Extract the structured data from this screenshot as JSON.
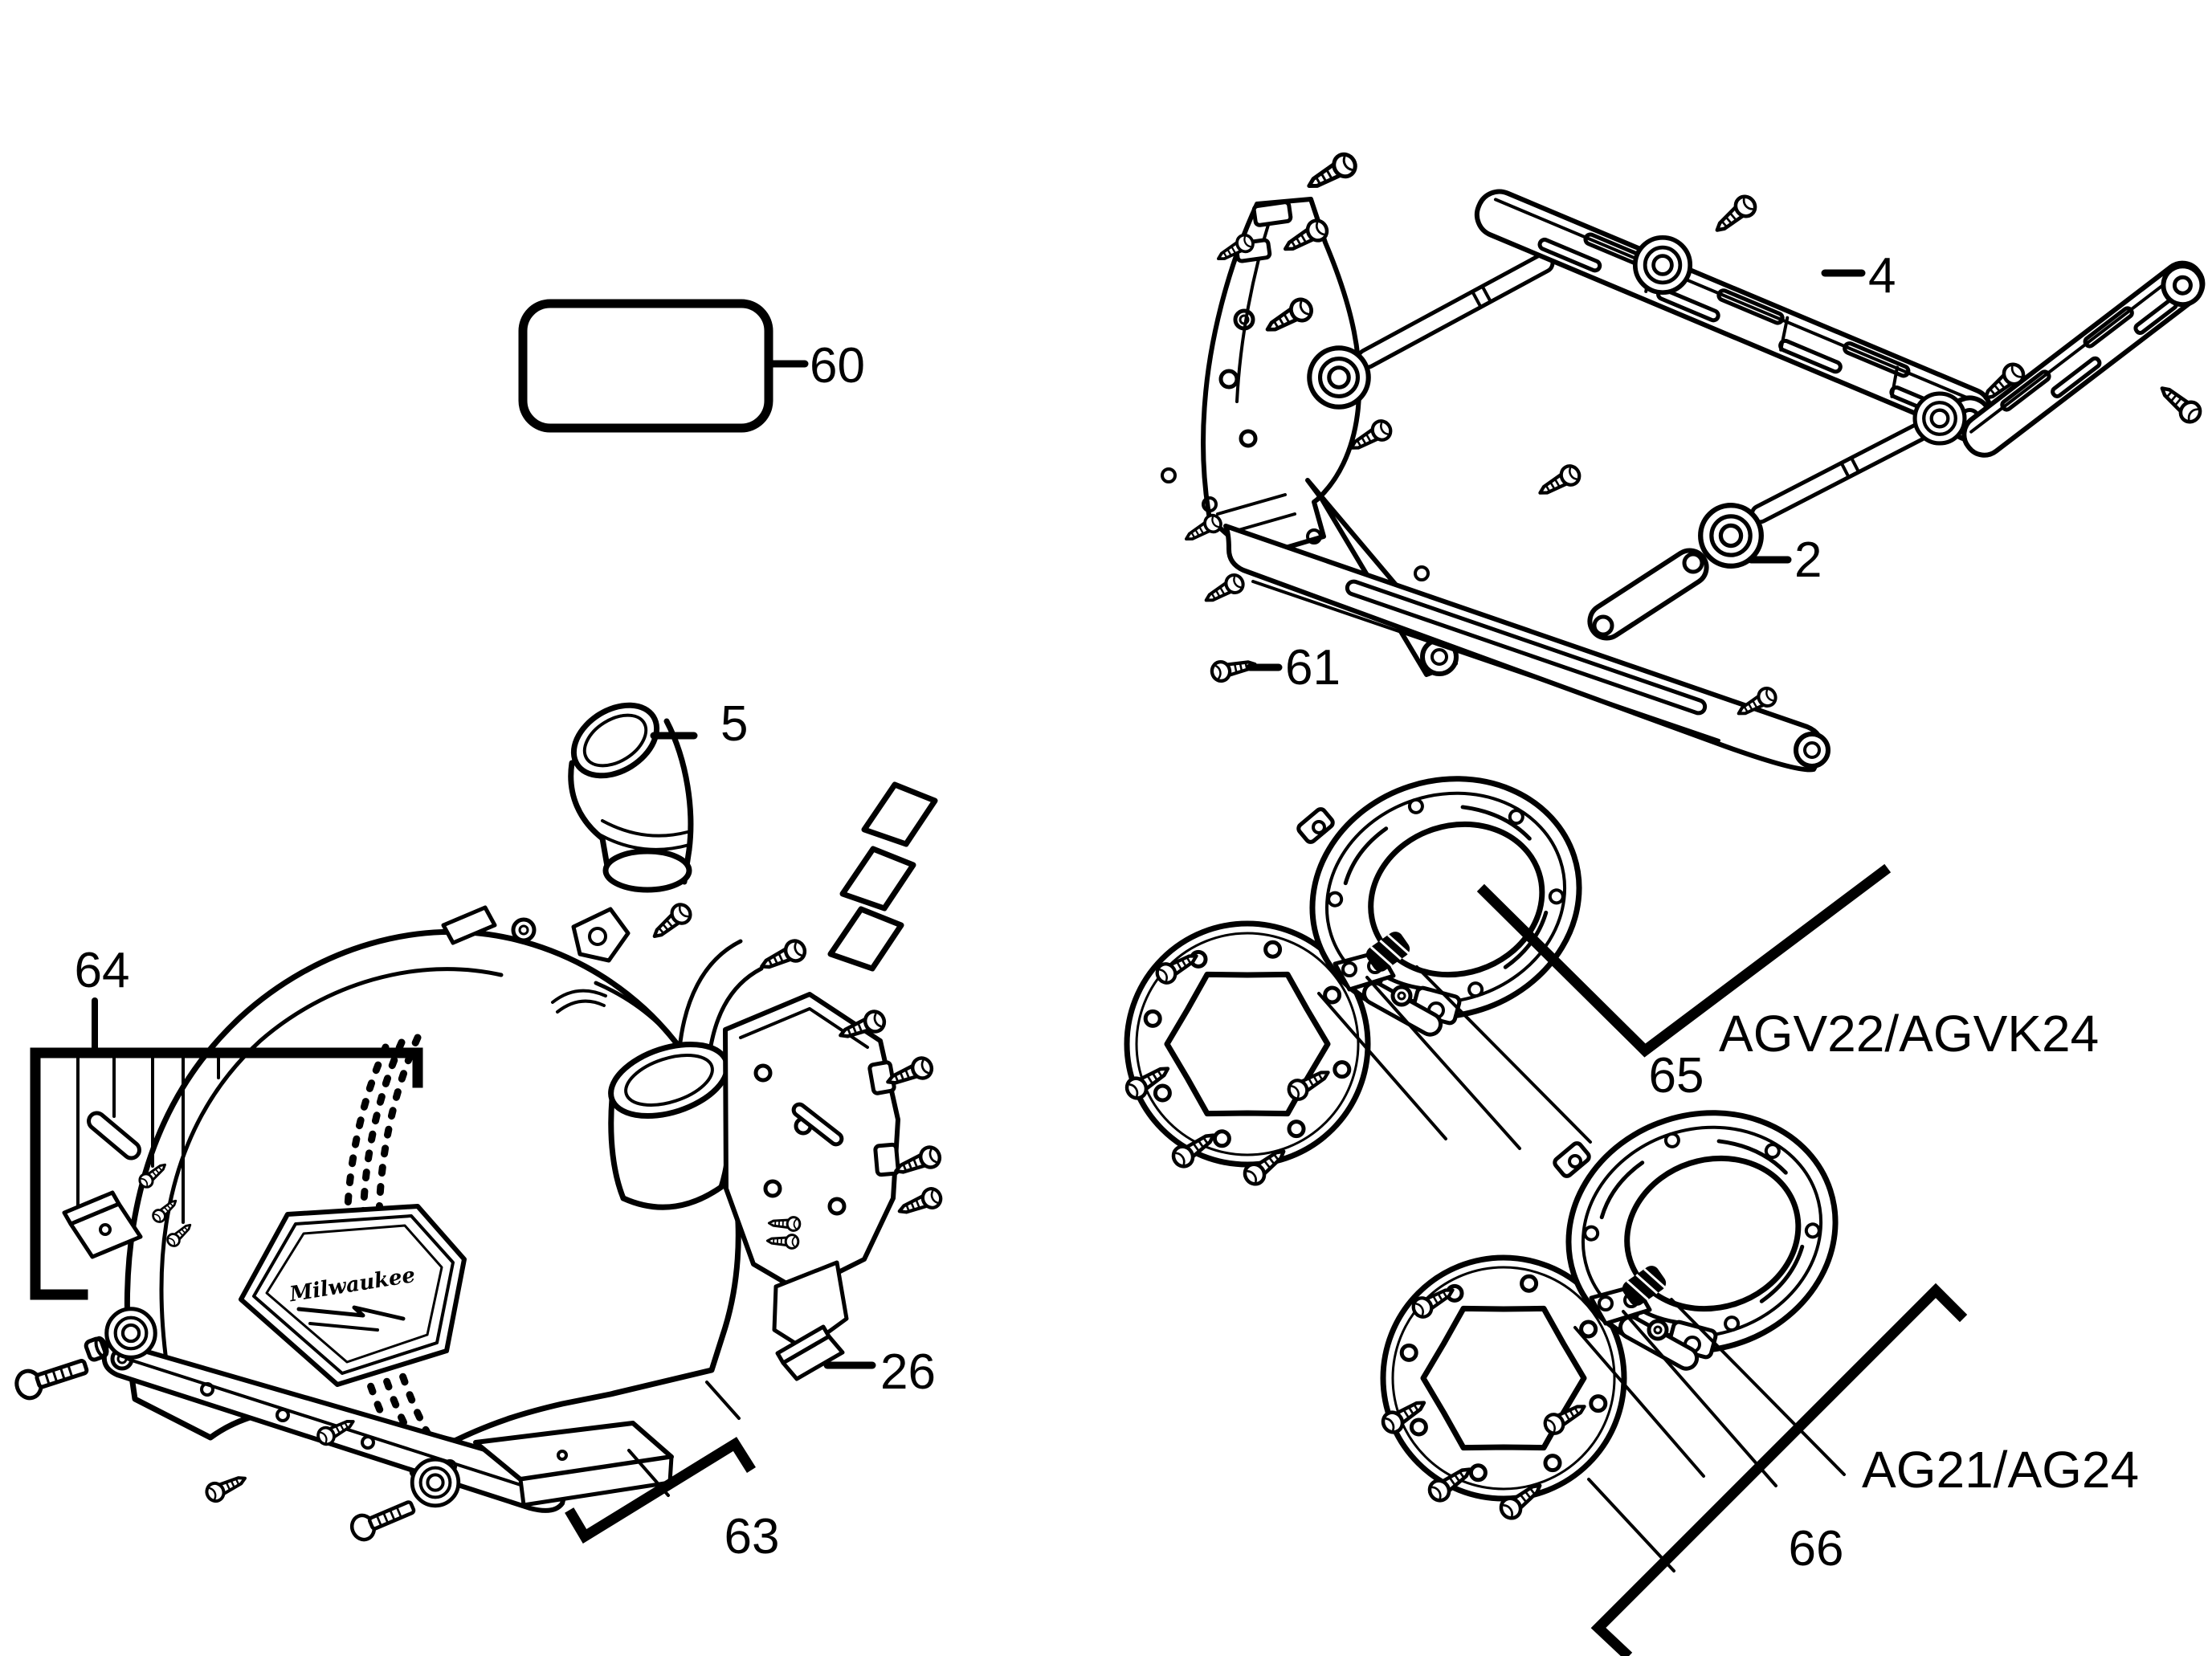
{
  "page": {
    "background": "#ffffff",
    "ink": "#000000"
  },
  "diagram": {
    "type": "exploded-parts-diagram",
    "brand": "Milwaukee",
    "callouts": {
      "c2": "2",
      "c4": "4",
      "c5": "5",
      "c26": "26",
      "c60": "60",
      "c61": "61",
      "c63": "63",
      "c64": "64",
      "c65": "65",
      "c66": "66"
    },
    "model_labels": {
      "kit65": "AGV22/AGVK24",
      "kit66": "AG21/AG24"
    },
    "kits": [
      {
        "callout": "65",
        "models": "AGV22/AGVK24"
      },
      {
        "callout": "66",
        "models": "AG21/AG24"
      }
    ]
  }
}
